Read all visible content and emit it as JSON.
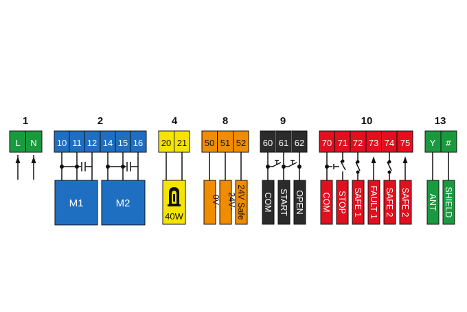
{
  "groups": [
    {
      "number": "1",
      "color": "#1a9a3e",
      "terminals": [
        "L",
        "N"
      ]
    },
    {
      "number": "2",
      "color": "#1e6fc2",
      "terminals": [
        "10",
        "11",
        "12",
        "14",
        "15",
        "16"
      ],
      "motors": [
        "M1",
        "M2"
      ]
    },
    {
      "number": "4",
      "color": "#f6e400",
      "terminals": [
        "20",
        "21"
      ],
      "lamp_label": "40W"
    },
    {
      "number": "8",
      "color": "#f08c00",
      "terminals": [
        "50",
        "51",
        "52"
      ],
      "outputs": [
        "0V~",
        "24V~",
        "24V Safe"
      ]
    },
    {
      "number": "9",
      "color": "#2b2b2b",
      "terminals": [
        "60",
        "61",
        "62"
      ],
      "outputs": [
        "COM",
        "START",
        "OPEN"
      ]
    },
    {
      "number": "10",
      "color": "#e0101e",
      "terminals": [
        "70",
        "71",
        "72",
        "73",
        "74",
        "75"
      ],
      "outputs": [
        "COM",
        "STOP",
        "SAFE 1",
        "FAULT 1",
        "SAFE 2",
        "SAFE 2"
      ]
    },
    {
      "number": "13",
      "color": "#1a9a3e",
      "terminals": [
        "Y",
        "#"
      ],
      "outputs": [
        "ANT",
        "SHIELD"
      ]
    }
  ]
}
